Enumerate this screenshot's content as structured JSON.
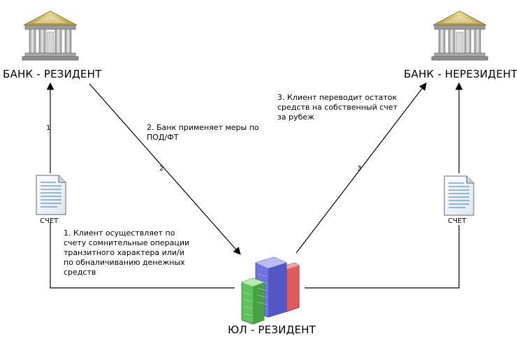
{
  "nodes": {
    "bank_resident": {
      "label": "БАНК - РЕЗИДЕНТ"
    },
    "bank_nonresident": {
      "label": "БАНК - НЕРЕЗИДЕНТ"
    },
    "legal_entity": {
      "label": "ЮЛ - РЕЗИДЕНТ"
    }
  },
  "documents": {
    "left": {
      "label": "СЧЕТ"
    },
    "right": {
      "label": "СЧЕТ"
    }
  },
  "steps": {
    "step1": {
      "number": "1",
      "lines": [
        "1. Клиент осуществляет по",
        "счету сомнительные операции",
        "транзитного характера или/и",
        "по обналичиванию денежных",
        "средств"
      ]
    },
    "step2": {
      "number": "2",
      "lines": [
        "2. Банк применяет меры по",
        "ПОД/ФТ"
      ]
    },
    "step3": {
      "number": "3",
      "lines": [
        "3. Клиент переводит остаток",
        "средств на собственный счет",
        "за рубеж"
      ]
    }
  },
  "icons": {
    "bank": "bank-building-icon",
    "document": "document-icon",
    "company": "office-buildings-icon"
  },
  "colors": {
    "line": "#000000",
    "roof": "#c9b35a",
    "column": "#b8b8b8",
    "doc_line": "#5b8fd1",
    "bld_blue": "#6f73e0",
    "bld_green": "#5fc25a",
    "bld_red": "#e05a5a"
  }
}
